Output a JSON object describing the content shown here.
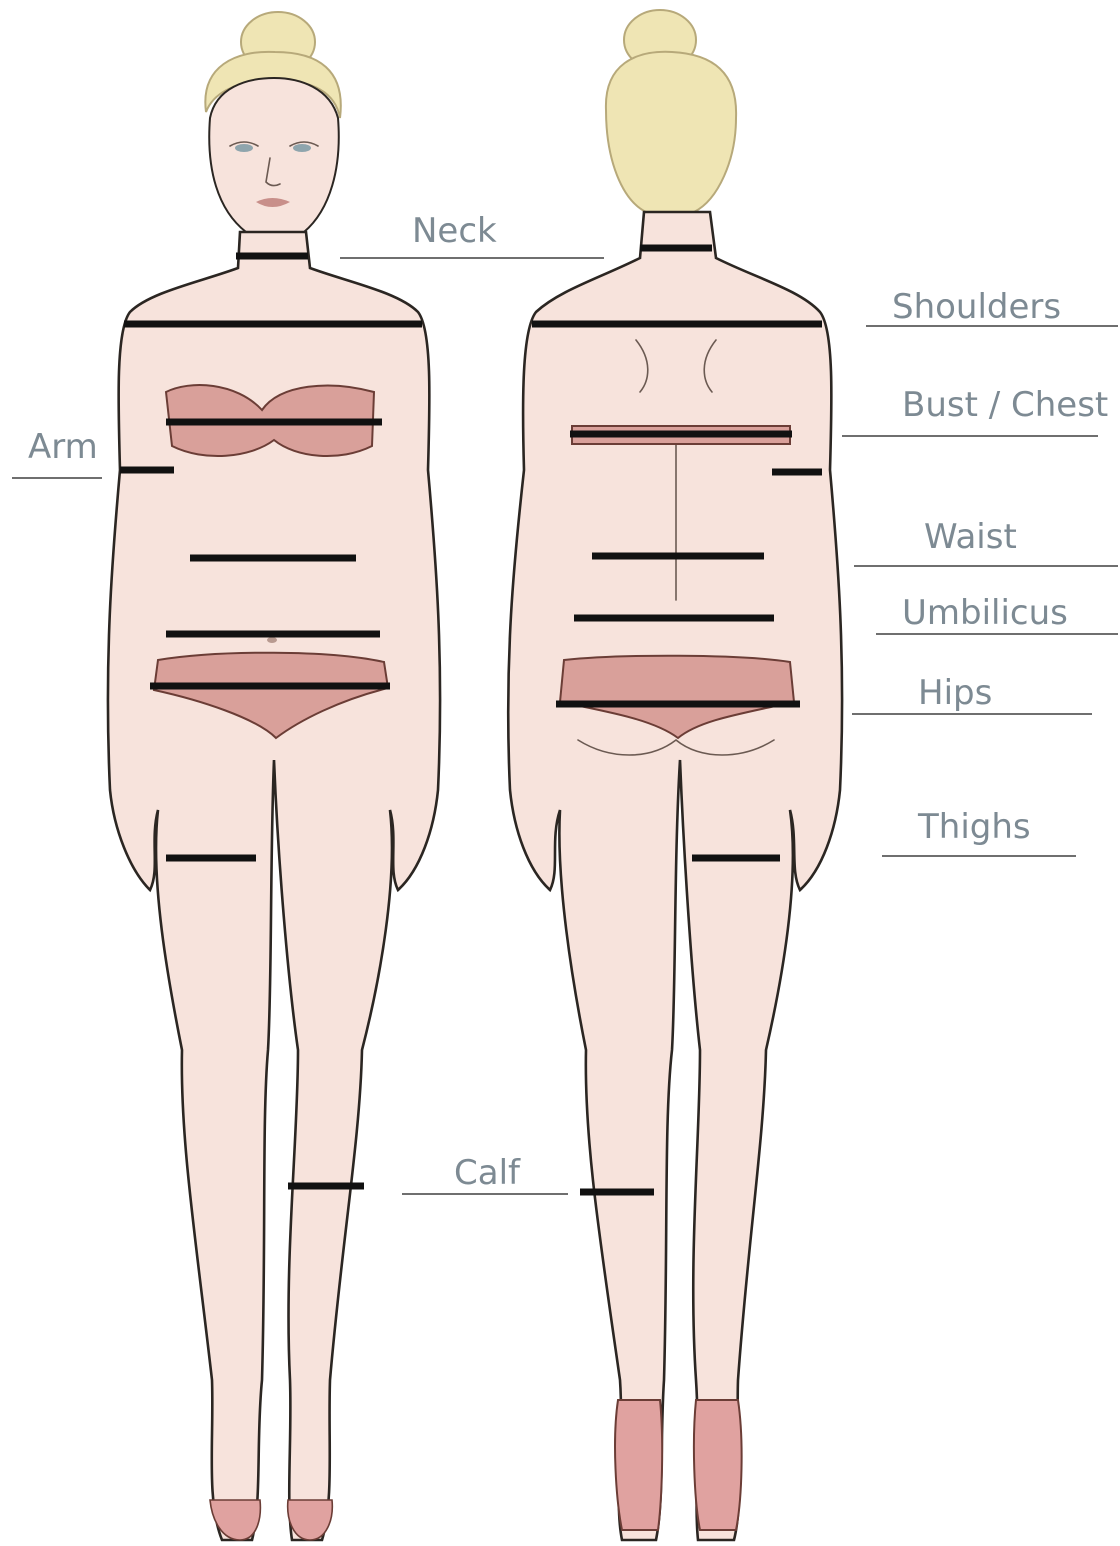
{
  "colors": {
    "skin": "#f7e3dc",
    "underwear": "#d9a09a",
    "hair": "#efe5b4",
    "band": "#111111",
    "label_text": "#7d8a93",
    "shoe": "#e0a2a0"
  },
  "labels": {
    "neck": "Neck",
    "shoulders": "Shoulders",
    "bust_chest": "Bust / Chest",
    "arm": "Arm",
    "waist": "Waist",
    "umbilicus": "Umbilicus",
    "hips": "Hips",
    "thighs": "Thighs",
    "calf": "Calf"
  }
}
